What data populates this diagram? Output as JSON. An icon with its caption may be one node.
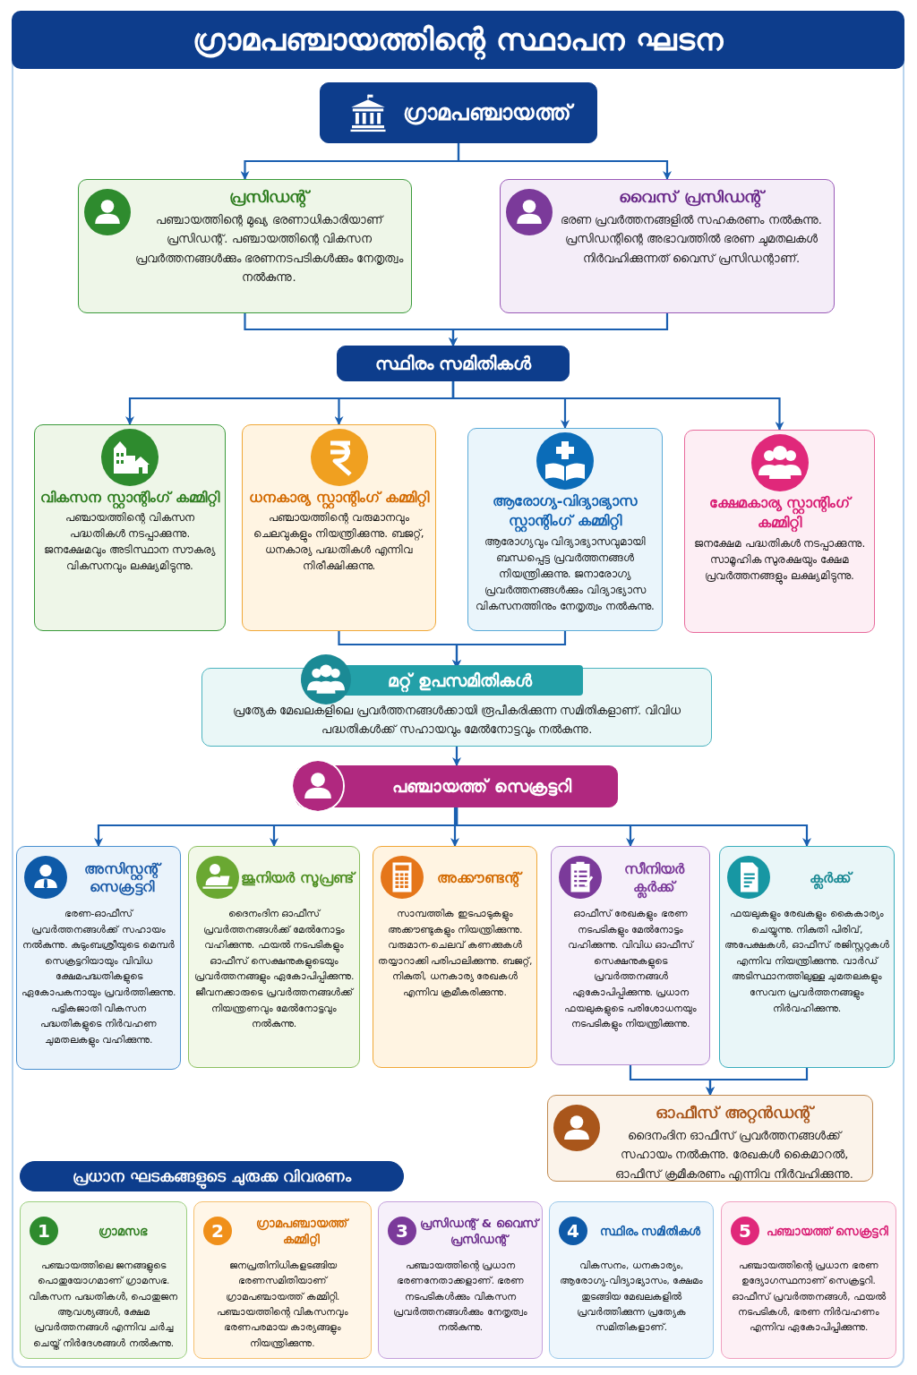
{
  "diagram": {
    "title": "ഗ്രാമപഞ്ചായത്തിന്റെ സ്ഥാപന ഘടന",
    "nodes": [
      {
        "text": [
          "ഗ്രാമപഞ്ചായത്ത്"
        ]
      },
      {
        "text": [
          "പ്രസിഡന്റ്",
          "പഞ്ചായത്തിന്റെ മുഖ്യ ഭരണാധികാരിയാണ് പ്രസിഡന്റ്. പഞ്ചായത്തിന്റെ വികസന പ്രവർത്തനങ്ങൾക്കും ഭരണനടപടികൾക്കും നേതൃത്വം നൽകുന്നു."
        ]
      },
      {
        "text": [
          "വൈസ് പ്രസിഡന്റ്",
          "ഭരണ പ്രവർത്തനങ്ങളിൽ സഹകരണം നൽകുന്നു. പ്രസിഡന്റിന്റെ അഭാവത്തിൽ ഭരണ ചുമതലകൾ നിർവഹിക്കുന്നത് വൈസ് പ്രസിഡന്റാണ്."
        ]
      },
      {
        "text": [
          "സ്ഥിരം സമിതികൾ"
        ]
      },
      {
        "text": [
          "വികസന സ്റ്റാന്റിംഗ് കമ്മിറ്റി",
          "പഞ്ചായത്തിന്റെ വികസന പദ്ധതികൾ നടപ്പാക്കുന്നു. ജനക്ഷേമവും അടിസ്ഥാന സൗകര്യ വികസനവും ലക്ഷ്യമിടുന്നു."
        ]
      },
      {
        "text": [
          "ധനകാര്യ സ്റ്റാന്റിംഗ് കമ്മിറ്റി",
          "പഞ്ചായത്തിന്റെ വരുമാനവും ചെലവുകളും നിയന്ത്രിക്കുന്നു. ബജറ്റ്, ധനകാര്യ പദ്ധതികൾ എന്നിവ നിരീക്ഷിക്കുന്നു."
        ]
      },
      {
        "text": [
          "ആരോഗ്യ-വിദ്യാഭ്യാസ സ്റ്റാന്റിംഗ് കമ്മിറ്റി",
          "ആരോഗ്യവും വിദ്യാഭ്യാസവുമായി ബന്ധപ്പെട്ട പ്രവർത്തനങ്ങൾ നിയന്ത്രിക്കുന്നു. ജനാരോഗ്യ പ്രവർത്തനങ്ങൾക്കും വിദ്യാഭ്യാസ വികസനത്തിനും നേതൃത്വം നൽകുന്നു."
        ]
      },
      {
        "text": [
          "ക്ഷേമകാര്യ സ്റ്റാന്റിംഗ് കമ്മിറ്റി",
          "ജനക്ഷേമ പദ്ധതികൾ നടപ്പാക്കുന്നു. സാമൂഹിക സുരക്ഷയും ക്ഷേമ പ്രവർത്തനങ്ങളും ലക്ഷ്യമിടുന്നു."
        ]
      },
      {
        "text": [
          "മറ്റ് ഉപസമിതികൾ",
          "പ്രത്യേക മേഖലകളിലെ പ്രവർത്തനങ്ങൾക്കായി രൂപീകരിക്കുന്ന സമിതികളാണ്. വിവിധ പദ്ധതികൾക്ക് സഹായവും മേൽനോട്ടവും നൽകുന്നു."
        ]
      },
      {
        "text": [
          "പഞ്ചായത്ത് സെക്രട്ടറി"
        ]
      },
      {
        "text": [
          "അസിസ്റ്റന്റ് സെക്രട്ടറി",
          "ഭരണ-ഓഫീസ് പ്രവർത്തനങ്ങൾക്ക് സഹായം നൽകുന്നു. കുടുംബശ്രീയുടെ മെമ്പർ സെക്രട്ടറിയായും വിവിധ ക്ഷേമപദ്ധതികളുടെ ഏകോപകനായും പ്രവർത്തിക്കുന്നു. പട്ടികജാതി വികസന പദ്ധതികളുടെ നിർവഹണ ചുമതലകളും വഹിക്കുന്നു."
        ]
      },
      {
        "text": [
          "ജൂനിയർ സൂപ്രണ്ട്",
          "ദൈനംദിന ഓഫീസ് പ്രവർത്തനങ്ങൾക്ക് മേൽനോട്ടം വഹിക്കുന്നു. ഫയൽ നടപടികളും ഓഫീസ് സെക്ഷനുകളുടെയും പ്രവർത്തനങ്ങളും ഏകോപിപ്പിക്കുന്നു. ജീവനക്കാരുടെ പ്രവർത്തനങ്ങൾക്ക് നിയന്ത്രണവും മേൽനോട്ടവും നൽകുന്നു."
        ]
      },
      {
        "text": [
          "അക്കൗണ്ടന്റ്",
          "സാമ്പത്തിക ഇടപാടുകളും അക്കൗണ്ടുകളും നിയന്ത്രിക്കുന്നു. വരുമാന-ചെലവ് കണക്കുകൾ തയ്യാറാക്കി പരിപാലിക്കുന്നു. ബജറ്റ്, നികുതി, ധനകാര്യ രേഖകൾ എന്നിവ ക്രമീകരിക്കുന്നു."
        ]
      },
      {
        "text": [
          "സീനിയർ ക്ലർക്ക്",
          "ഓഫീസ് രേഖകളും ഭരണ നടപടികളും മേൽനോട്ടം വഹിക്കുന്നു. വിവിധ ഓഫീസ് സെക്ഷനുകളുടെ പ്രവർത്തനങ്ങൾ ഏകോപിപ്പിക്കുന്നു. പ്രധാന ഫയലുകളുടെ പരിശോധനയും നടപടികളും നിയന്ത്രിക്കുന്നു."
        ]
      },
      {
        "text": [
          "ക്ലർക്ക്",
          "ഫയലുകളും രേഖകളും കൈകാര്യം ചെയ്യുന്നു. നികുതി പിരിവ്, അപേക്ഷകൾ, ഓഫീസ് രജിസ്റ്ററുകൾ എന്നിവ നിയന്ത്രിക്കുന്നു. വാർഡ് അടിസ്ഥാനത്തിലുള്ള ചുമതലകളും സേവന പ്രവർത്തനങ്ങളും നിർവഹിക്കുന്നു."
        ]
      },
      {
        "text": [
          "ഓഫീസ് അറ്റൻഡന്റ്",
          "ദൈനംദിന ഓഫീസ് പ്രവർത്തനങ്ങൾക്ക് സഹായം നൽകുന്നു. രേഖകൾ കൈമാറൽ, ഓഫീസ് ക്രമീകരണം എന്നിവ നിർവഹിക്കുന്നു."
        ]
      },
      {
        "text": [
          "പ്രധാന ഘടകങ്ങളുടെ ചുരുക്ക വിവരണം"
        ]
      },
      {
        "text": [
          "1",
          "ഗ്രാമസഭ",
          "പഞ്ചായത്തിലെ ജനങ്ങളുടെ പൊതുയോഗമാണ് ഗ്രാമസഭ. വികസന പദ്ധതികൾ, പൊതുജന ആവശ്യങ്ങൾ, ക്ഷേമ പ്രവർത്തനങ്ങൾ എന്നിവ ചർച്ച ചെയ്ത് നിർദേശങ്ങൾ നൽകുന്നു."
        ]
      },
      {
        "text": [
          "2",
          "ഗ്രാമപഞ്ചായത്ത് കമ്മിറ്റി",
          "ജനപ്രതിനിധികളടങ്ങിയ ഭരണസമിതിയാണ് ഗ്രാമപഞ്ചായത്ത് കമ്മിറ്റി. പഞ്ചായത്തിന്റെ വികസനവും ഭരണപരമായ കാര്യങ്ങളും നിയന്ത്രിക്കുന്നു."
        ]
      },
      {
        "text": [
          "3",
          "പ്രസിഡന്റ് & വൈസ് പ്രസിഡന്റ്",
          "പഞ്ചായത്തിന്റെ പ്രധാന ഭരണനേതാക്കളാണ്. ഭരണ നടപടികൾക്കും വികസന പ്രവർത്തനങ്ങൾക്കും നേതൃത്വം നൽകുന്നു."
        ]
      },
      {
        "text": [
          "4",
          "സ്ഥിരം സമിതികൾ",
          "വികസനം, ധനകാര്യം, ആരോഗ്യ-വിദ്യാഭ്യാസം, ക്ഷേമം തുടങ്ങിയ മേഖലകളിൽ പ്രവർത്തിക്കുന്ന പ്രത്യേക സമിതികളാണ്."
        ]
      },
      {
        "text": [
          "5",
          "പഞ്ചായത്ത് സെക്രട്ടറി",
          "പഞ്ചായത്തിന്റെ പ്രധാന ഭരണ ഉദ്യോഗസ്ഥനാണ് സെക്രട്ടറി. ഓഫീസ് പ്രവർത്തനങ്ങൾ, ഫയൽ നടപടികൾ, ഭരണ നിർവഹണം എന്നിവ ഏകോപിപ്പിക്കുന്നു."
        ]
      }
    ],
    "edges": [
      {
        "from": 0,
        "to": 1,
        "arrow": "to"
      },
      {
        "from": 0,
        "to": 2,
        "arrow": "to"
      },
      {
        "from": 1,
        "to": 3,
        "arrow": "to"
      },
      {
        "from": 2,
        "to": 3,
        "arrow": "to"
      },
      {
        "from": 3,
        "to": 4,
        "arrow": "to"
      },
      {
        "from": 3,
        "to": 5,
        "arrow": "to"
      },
      {
        "from": 3,
        "to": 6,
        "arrow": "to"
      },
      {
        "from": 3,
        "to": 7,
        "arrow": "to"
      },
      {
        "from": 5,
        "to": 8,
        "arrow": "to"
      },
      {
        "from": 6,
        "to": 8,
        "arrow": "to"
      },
      {
        "from": 8,
        "to": 9,
        "arrow": "to"
      },
      {
        "from": 9,
        "to": 10,
        "arrow": "to"
      },
      {
        "from": 9,
        "to": 11,
        "arrow": "to"
      },
      {
        "from": 9,
        "to": 12,
        "arrow": "to"
      },
      {
        "from": 9,
        "to": 13,
        "arrow": "to"
      },
      {
        "from": 9,
        "to": 14,
        "arrow": "to"
      },
      {
        "from": 13,
        "to": 15,
        "arrow": "to"
      },
      {
        "from": 14,
        "to": 15,
        "arrow": "to"
      }
    ]
  }
}
